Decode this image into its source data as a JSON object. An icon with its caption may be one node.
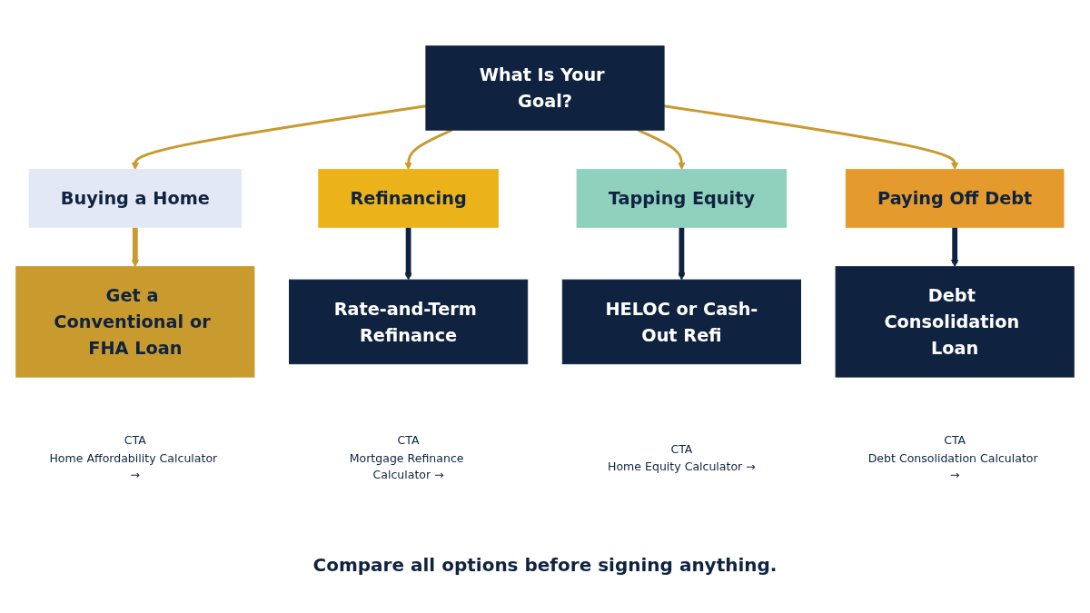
{
  "diagram": {
    "nodes": [
      {
        "text": [
          "What Is Your Goal?"
        ]
      },
      {
        "text": [
          "Buying a Home"
        ]
      },
      {
        "text": [
          "Refinancing"
        ]
      },
      {
        "text": [
          "Tapping Equity"
        ]
      },
      {
        "text": [
          "Paying Off Debt"
        ]
      },
      {
        "text": [
          "Get a Conventional or FHA Loan"
        ],
        "beside": [
          "CTA",
          "Home Affordability Calculator →"
        ]
      },
      {
        "text": [
          "Rate-and-Term Refinance"
        ],
        "beside": [
          "CTA",
          "Mortgage Refinance Calculator →"
        ]
      },
      {
        "text": [
          "HELOC or Cash-Out Refi"
        ],
        "beside": [
          "CTA",
          "Home Equity Calculator →"
        ]
      },
      {
        "text": [
          "Debt Consolidation Loan"
        ],
        "beside": [
          "CTA",
          "Debt Consolidation Calculator →"
        ]
      }
    ],
    "edges": [
      {
        "from": 0,
        "to": 1,
        "arrow": "to"
      },
      {
        "from": 0,
        "to": 2,
        "arrow": "to"
      },
      {
        "from": 0,
        "to": 3,
        "arrow": "to"
      },
      {
        "from": 0,
        "to": 4,
        "arrow": "to"
      },
      {
        "from": 1,
        "to": 5,
        "arrow": "to",
        "style": "thick"
      },
      {
        "from": 2,
        "to": 6,
        "arrow": "to",
        "style": "thick",
        "color": "#0f2340"
      },
      {
        "from": 3,
        "to": 7,
        "arrow": "to",
        "style": "thick",
        "color": "#0f2340"
      },
      {
        "from": 4,
        "to": 8,
        "arrow": "to",
        "style": "thick",
        "color": "#0f2340"
      }
    ],
    "caption": "Compare all options before signing anything."
  }
}
